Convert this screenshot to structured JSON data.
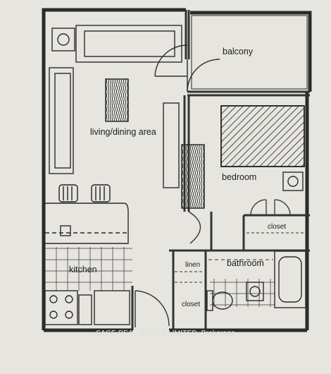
{
  "rooms": {
    "balcony": "balcony",
    "living": "living/dining area",
    "bedroom": "bedroom",
    "closet_bedroom": "closet",
    "kitchen": "kitchen",
    "linen": "linen",
    "bathroom": "bathroom",
    "closet_entry": "closet"
  },
  "watermark": "SAGE REAL ESTATE LIMITED, Brokerage",
  "colors": {
    "paper": "#e6e5df",
    "wall": "#2b2b2b",
    "line": "#3a3a3a"
  }
}
